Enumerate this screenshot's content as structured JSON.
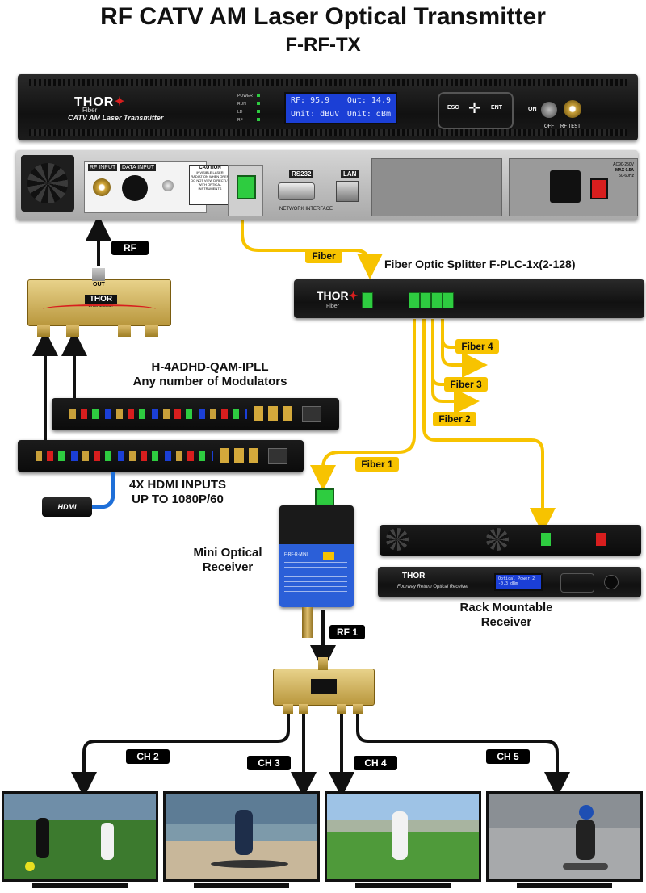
{
  "title": {
    "main": "RF CATV AM Laser Optical Transmitter",
    "model": "F-RF-TX"
  },
  "transmitter_front": {
    "brand": "THOR",
    "brand_sub": "Fiber",
    "product_line": "CATV AM Laser Transmitter",
    "led_labels": [
      "POWER",
      "RUN",
      "LD",
      "RF"
    ],
    "lcd_line1_left": "RF: 95.9",
    "lcd_line1_right": "Out: 14.9",
    "lcd_line2_left": "Unit: dBuV",
    "lcd_line2_right": "Unit: dBm",
    "keys": [
      "ESC",
      "ENT"
    ],
    "switch_on": "ON",
    "switch_off": "OFF",
    "rf_test": "RF TEST"
  },
  "transmitter_rear": {
    "rf_input": "RF INPUT",
    "data_input": "DATA INPUT",
    "caution_title": "CAUTION",
    "caution_text": "INVISIBLE LASER RADIATION WHEN OPEN DO NOT VIEW DIRECTLY WITH OPTICAL INSTRUMENTS",
    "rs232": "RS232",
    "lan": "LAN",
    "network_interface": "NETWORK INTERFACE",
    "power_spec_1": "AC90-250V",
    "power_spec_2": "MAX 0.5A",
    "power_spec_3": "50-60Hz"
  },
  "splitter_rf": {
    "label_out": "OUT",
    "brand": "THOR",
    "brand_sub": "BROADCAST"
  },
  "labels": {
    "rf": "RF",
    "fiber": "Fiber",
    "fiber_splitter": "Fiber Optic Splitter F-PLC-1x(2-128)",
    "fiber_1": "Fiber 1",
    "fiber_2": "Fiber 2",
    "fiber_3": "Fiber 3",
    "fiber_4": "Fiber 4",
    "modulators_line1": "H-4ADHD-QAM-IPLL",
    "modulators_line2": "Any number of Modulators",
    "hdmi_line1": "4X HDMI INPUTS",
    "hdmi_line2": "UP TO 1080P/60",
    "hdmi_cable": "HDMI",
    "mini_receiver_line1": "Mini Optical",
    "mini_receiver_line2": "Receiver",
    "rack_receiver_line1": "Rack Mountable",
    "rack_receiver_line2": "Receiver",
    "rf_1": "RF 1",
    "ch_2": "CH 2",
    "ch_3": "CH 3",
    "ch_4": "CH 4",
    "ch_5": "CH 5"
  },
  "fiber_splitter_device": {
    "brand": "THOR",
    "brand_sub": "Fiber"
  },
  "rack_receiver_device": {
    "brand": "THOR",
    "product_line": "Fourway Return Optical Receiver",
    "lcd_line1": "Optical Power 2",
    "lcd_line2": "-0.3 dBm"
  },
  "mini_receiver_device": {
    "model": "F-RF-R-MINI"
  },
  "colors": {
    "fiber": "#f7c300",
    "signal": "#111111",
    "lcd": "#1b3fd6",
    "sc_connector": "#2ecc40",
    "brand_red": "#d81e1e"
  }
}
